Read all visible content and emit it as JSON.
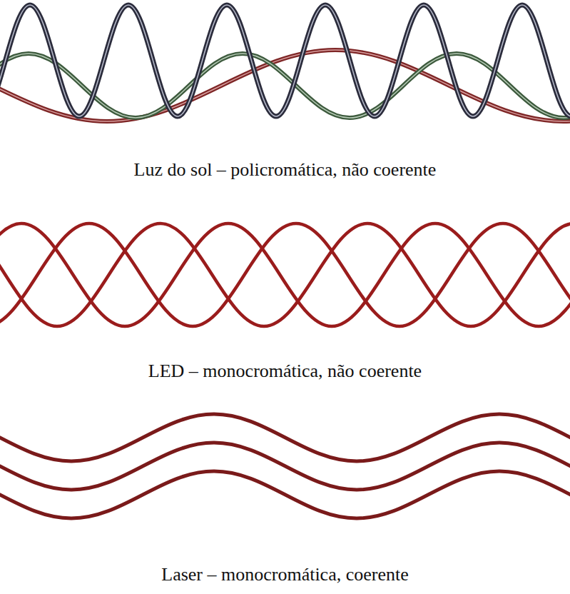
{
  "diagram": {
    "labels": [
      "Luz do sol – policromática, não coerente",
      "LED – monocromática, não coerente",
      "Laser – monocromática, coerente"
    ]
  }
}
